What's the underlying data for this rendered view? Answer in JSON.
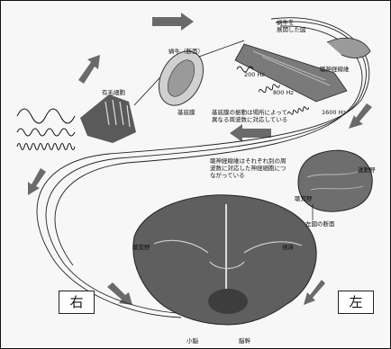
{
  "labels": {
    "cochlea_section": "蝸牛（断面）",
    "cochlea_stretched_1": "蝸牛を",
    "cochlea_stretched_2": "展開した図",
    "auditory_nerve_fibers": "聴神経線維",
    "hair_cells": "有毛細胞",
    "basilar_membrane": "基底膜",
    "freq_200": "200 Hz",
    "freq_800": "800 Hz",
    "freq_1600": "1600 Hz",
    "basilar_text_1": "基底膜の振動は場所によって",
    "basilar_text_2": "異なる周波数に対応している",
    "nerve_text_1": "聴神経線維はそれぞれ別の周",
    "nerve_text_2": "波数に対応した神経細胞につ",
    "nerve_text_3": "ながっている",
    "motor_cortex": "運動野",
    "auditory_cortex_small": "聴覚野",
    "section_ref": "左図の断面",
    "auditory_cortex_left": "聴覚野",
    "auditory_cortex_right": "視床",
    "cerebellum": "小脳",
    "brainstem": "脳幹"
  },
  "side_right": "右",
  "side_left": "左",
  "colors": {
    "ink": "#111111",
    "arrow": "#6a6a6a",
    "tissue": "#7a7a7a",
    "brain_dark": "#4a4a4a"
  }
}
